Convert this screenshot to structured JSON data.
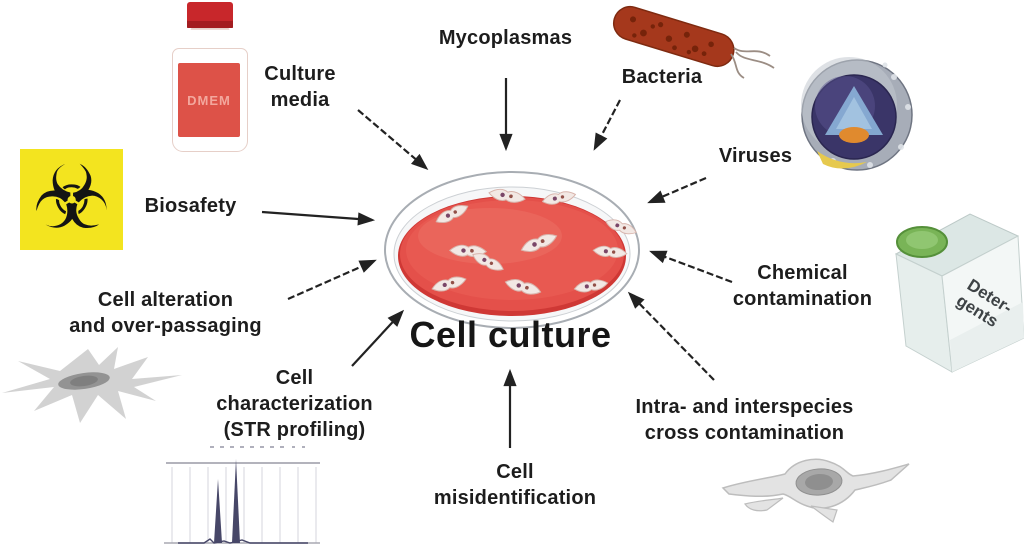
{
  "diagram": {
    "title": "Cell culture"
  },
  "labels": {
    "culture_media": {
      "line1": "Culture",
      "line2": "media"
    },
    "mycoplasmas": {
      "line1": "Mycoplasmas"
    },
    "bacteria": {
      "line1": "Bacteria"
    },
    "viruses": {
      "line1": "Viruses"
    },
    "chemical_contamination": {
      "line1": "Chemical",
      "line2": "contamination"
    },
    "cross_contamination": {
      "line1": "Intra- and interspecies",
      "line2": "cross contamination"
    },
    "cell_misidentification": {
      "line1": "Cell",
      "line2": "misidentification"
    },
    "cell_characterization": {
      "line1": "Cell",
      "line2": "characterization",
      "line3": "(STR profiling)"
    },
    "cell_alteration": {
      "line1": "Cell alteration",
      "line2": "and over-passaging"
    },
    "biosafety": {
      "line1": "Biosafety"
    }
  },
  "icons": {
    "media_bottle": {
      "text": "DMEM"
    },
    "detergent": {
      "line1": "Deter-",
      "line2": "gents"
    },
    "biohazard": {
      "symbol": "☣"
    }
  },
  "colors": {
    "media_red": "#e24a45",
    "bottle_red": "#c8272b",
    "biohazard_yellow": "#f3e41f",
    "arrow": "#222222",
    "text": "#1d1d1d"
  }
}
